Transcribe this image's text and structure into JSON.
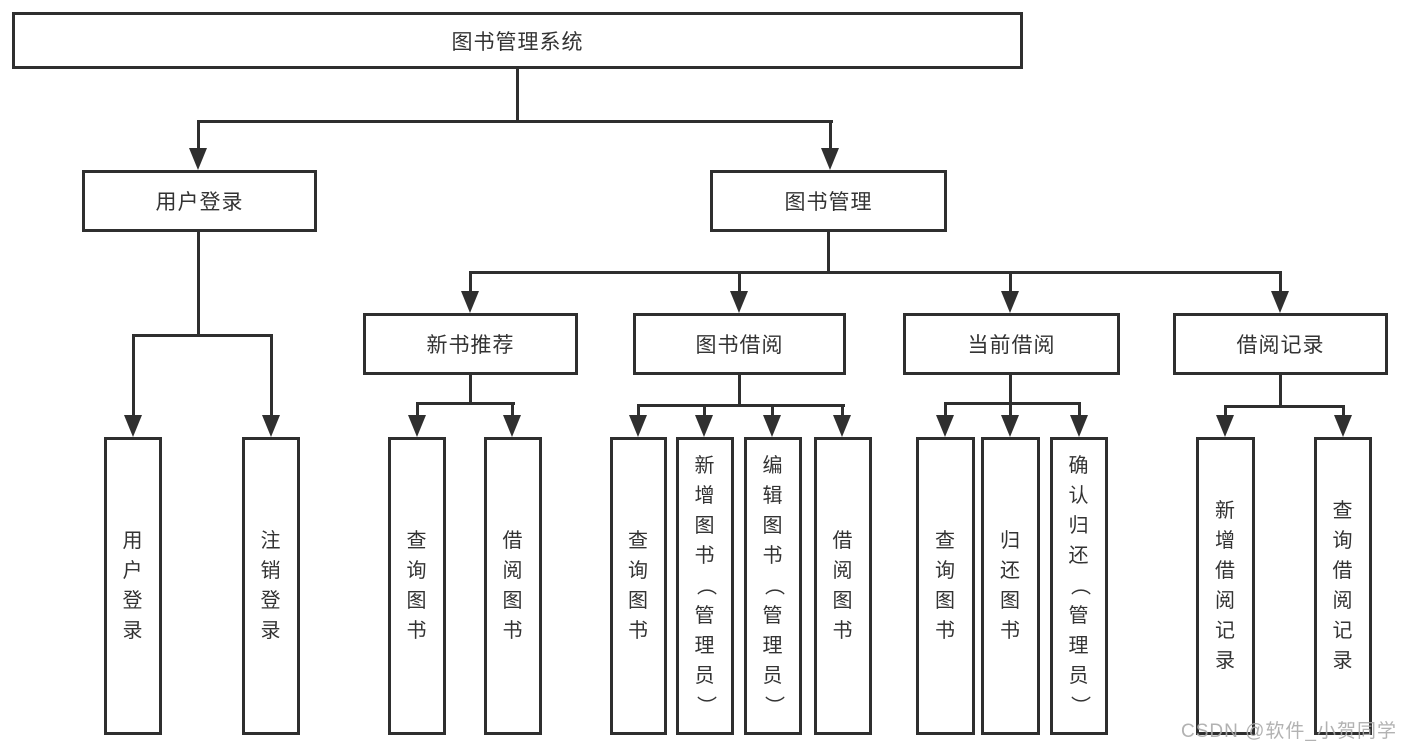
{
  "diagram": {
    "title": "图书管理系统",
    "level1": {
      "user_login": "用户登录",
      "book_mgmt": "图书管理"
    },
    "level2": {
      "new_book": "新书推荐",
      "book_borrow": "图书借阅",
      "current_borrow": "当前借阅",
      "borrow_record": "借阅记录"
    },
    "leaves": {
      "user_login": [
        "用户登录",
        "注销登录"
      ],
      "new_book": [
        "查询图书",
        "借阅图书"
      ],
      "book_borrow": [
        "查询图书",
        "新增图书（管理员）",
        "编辑图书（管理员）",
        "借阅图书"
      ],
      "current_borrow": [
        "查询图书",
        "归还图书",
        "确认归还（管理员）"
      ],
      "borrow_record": [
        "新增借阅记录",
        "查询借阅记录"
      ]
    }
  },
  "watermark": "CSDN @软件_小贺同学",
  "colors": {
    "line": "#2f2f2f",
    "text": "#333333",
    "watermark": "#aaaaaa",
    "background": "#ffffff"
  }
}
